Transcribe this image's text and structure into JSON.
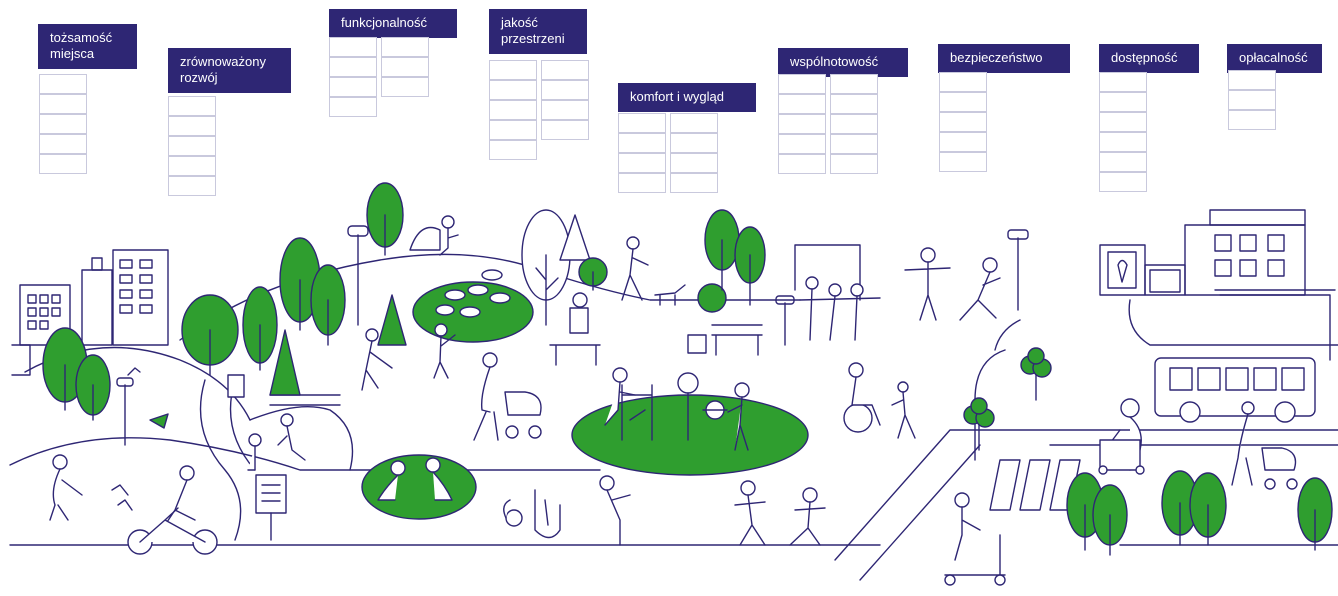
{
  "colors": {
    "ink": "#2e2674",
    "green": "#2f9e2f",
    "box_border": "#c9c9dd"
  },
  "categories": [
    {
      "id": "tozsamosc",
      "label": "tożsamość\nmiejsca",
      "boxes": 5,
      "columns": 1
    },
    {
      "id": "zrownowazony",
      "label": "zrównoważony\nrozwój",
      "boxes": 5,
      "columns": 1
    },
    {
      "id": "funkcjonalnosc",
      "label": "funkcjonalność",
      "boxes": 7,
      "columns": 2
    },
    {
      "id": "jakosc",
      "label": "jakość\nprzestrzeni",
      "boxes": 9,
      "columns": 2
    },
    {
      "id": "komfort",
      "label": "komfort i wygląd",
      "boxes": 8,
      "columns": 2
    },
    {
      "id": "wspolnotowosc",
      "label": "wspólnotowość",
      "boxes": 10,
      "columns": 2
    },
    {
      "id": "bezpieczenstwo",
      "label": "bezpieczeństwo",
      "boxes": 5,
      "columns": 1
    },
    {
      "id": "dostepnosc",
      "label": "dostępność",
      "boxes": 6,
      "columns": 1
    },
    {
      "id": "oplacalnosc",
      "label": "opłacalność",
      "boxes": 3,
      "columns": 1
    }
  ]
}
